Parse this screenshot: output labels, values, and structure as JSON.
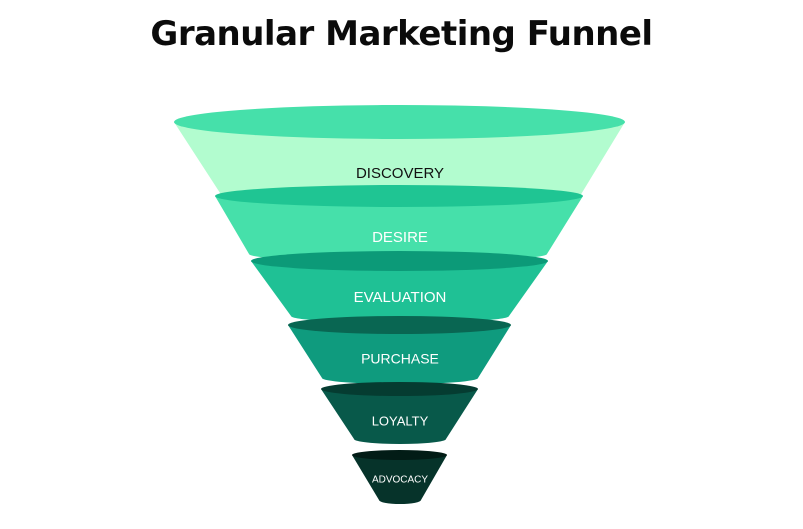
{
  "title": "Granular Marketing Funnel",
  "colors": {
    "discovery_body": "#b2fccf",
    "discovery_top": "#46e0aa",
    "desire_body": "#46e0aa",
    "desire_top": "#1fc593",
    "evaluation_body": "#1fc195",
    "evaluation_top": "#0c9a78",
    "purchase_body": "#0f9b7e",
    "purchase_top": "#096652",
    "loyalty_body": "#08594a",
    "loyalty_top": "#053c31",
    "advocacy_body": "#06332a",
    "advocacy_top": "#021c16",
    "dark_text": "#111111",
    "light_text": "#ffffff"
  },
  "stages": [
    {
      "label": "DISCOVERY"
    },
    {
      "label": "DESIRE"
    },
    {
      "label": "EVALUATION"
    },
    {
      "label": "PURCHASE"
    },
    {
      "label": "LOYALTY"
    },
    {
      "label": "ADVOCACY"
    }
  ]
}
